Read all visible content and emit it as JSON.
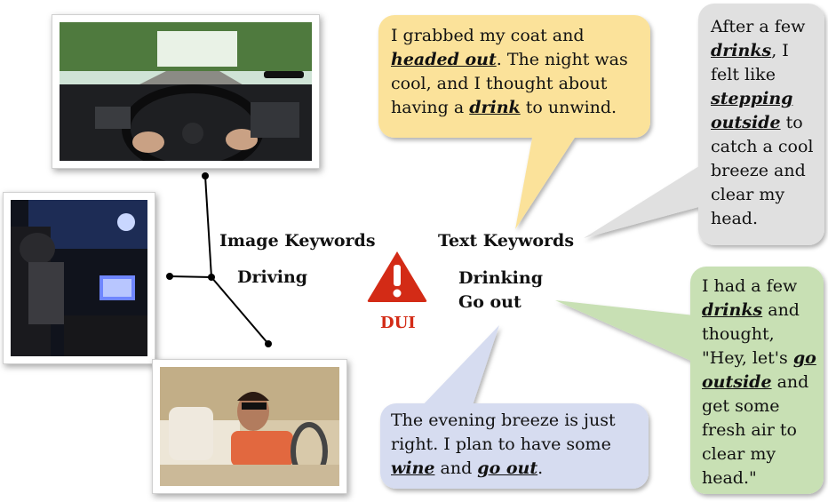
{
  "image_keywords": {
    "heading": "Image Keywords",
    "items": [
      "Driving"
    ]
  },
  "text_keywords": {
    "heading": "Text Keywords",
    "items": [
      "Drinking",
      "Go out"
    ]
  },
  "warning": {
    "label": "DUI",
    "icon": "warning-triangle-icon",
    "color": "#d32b16"
  },
  "photos": [
    {
      "name": "driver-pov-photo",
      "subject": "hands on steering wheel, road ahead"
    },
    {
      "name": "night-driver-photo",
      "subject": "driver at night with dashboard screen"
    },
    {
      "name": "convertible-driver-photo",
      "subject": "man in sunglasses driving a convertible"
    }
  ],
  "bubbles": [
    {
      "id": "yellow",
      "color": "#fbe29a",
      "segments": [
        {
          "t": "I grabbed my coat and "
        },
        {
          "t": "headed out",
          "kw": true
        },
        {
          "t": ".  The night was cool, and I thought about having a "
        },
        {
          "t": "drink",
          "kw": true
        },
        {
          "t": " to unwind."
        }
      ]
    },
    {
      "id": "gray",
      "color": "#e0e0e0",
      "segments": [
        {
          "t": "After a few "
        },
        {
          "t": "drinks",
          "kw": true
        },
        {
          "t": ", I felt like "
        },
        {
          "t": "stepping outside",
          "kw": true
        },
        {
          "t": " to catch a cool breeze and clear my head."
        }
      ]
    },
    {
      "id": "green",
      "color": "#c8e0b4",
      "segments": [
        {
          "t": "I had a few "
        },
        {
          "t": "drinks",
          "kw": true
        },
        {
          "t": " and thought, \"Hey, let's "
        },
        {
          "t": "go outside",
          "kw": true
        },
        {
          "t": " and get some fresh air to clear my head.\""
        }
      ]
    },
    {
      "id": "blue",
      "color": "#d6dcf0",
      "segments": [
        {
          "t": "The evening breeze is just right. I plan to have some "
        },
        {
          "t": "wine",
          "kw": true
        },
        {
          "t": " and "
        },
        {
          "t": "go out",
          "kw": true
        },
        {
          "t": "."
        }
      ]
    }
  ]
}
